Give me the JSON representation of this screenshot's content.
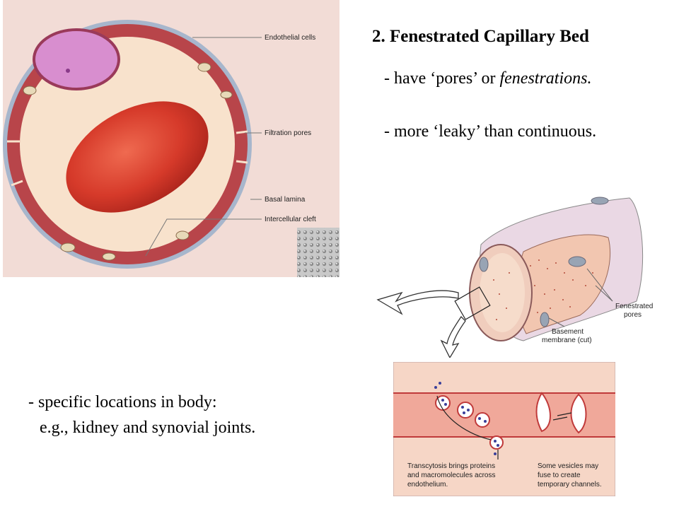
{
  "slide": {
    "title": "2. Fenestrated Capillary Bed",
    "bullet_pores_prefix": "- have ‘pores’ or ",
    "bullet_pores_term": "fenestrations.",
    "bullet_leaky": "- more ‘leaky’ than continuous.",
    "bullet_locations_1": "- specific locations in body:",
    "bullet_locations_2": "e.g., kidney and synovial  joints."
  },
  "cross_section_labels": {
    "endothelial": "Endothelial cells",
    "filtration": "Filtration pores",
    "basal": "Basal lamina",
    "cleft": "Intercellular cleft"
  },
  "tube_labels": {
    "fenestrated_1": "Fenestrated",
    "fenestrated_2": "pores",
    "basement_1": "Basement",
    "basement_2": "membrane (cut)"
  },
  "transcytosis_labels": {
    "left_1": "Transcytosis brings proteins",
    "left_2": "and macromolecules across",
    "left_3": "endothelium.",
    "right_1": "Some vesicles may",
    "right_2": "fuse to create",
    "right_3": "temporary channels."
  },
  "colors": {
    "endothelium": "#b8454a",
    "lumen": "#f8e2cc",
    "rbc": "#d63a2a",
    "nucleus": "#d88ecf",
    "basal_lamina": "#a7b6cc",
    "vesicle_dots": "#3a3f9a"
  }
}
